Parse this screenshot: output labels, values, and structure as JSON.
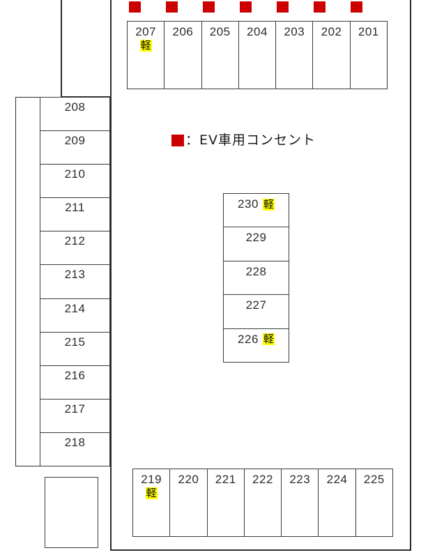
{
  "legend": {
    "marker_icon": "red-square-icon",
    "separator": "：",
    "label": "EV車用コンセント",
    "marker_color": "#cc0000"
  },
  "markers": {
    "kei_label": "軽",
    "kei_highlight_color": "#ffff00"
  },
  "blocks": {
    "top_row": {
      "name": "top-stall-row",
      "stalls": [
        {
          "number": "207",
          "kei": "軽"
        },
        {
          "number": "206",
          "kei": ""
        },
        {
          "number": "205",
          "kei": ""
        },
        {
          "number": "204",
          "kei": ""
        },
        {
          "number": "203",
          "kei": ""
        },
        {
          "number": "202",
          "kei": ""
        },
        {
          "number": "201",
          "kei": ""
        }
      ]
    },
    "left_column": {
      "name": "left-stall-column",
      "stalls": [
        {
          "number": "208",
          "kei": ""
        },
        {
          "number": "209",
          "kei": ""
        },
        {
          "number": "210",
          "kei": ""
        },
        {
          "number": "211",
          "kei": ""
        },
        {
          "number": "212",
          "kei": ""
        },
        {
          "number": "213",
          "kei": ""
        },
        {
          "number": "214",
          "kei": ""
        },
        {
          "number": "215",
          "kei": ""
        },
        {
          "number": "216",
          "kei": ""
        },
        {
          "number": "217",
          "kei": ""
        },
        {
          "number": "218",
          "kei": ""
        }
      ]
    },
    "center_column": {
      "name": "center-stall-column",
      "stalls": [
        {
          "number": "230",
          "kei": "軽"
        },
        {
          "number": "229",
          "kei": ""
        },
        {
          "number": "228",
          "kei": ""
        },
        {
          "number": "227",
          "kei": ""
        },
        {
          "number": "226",
          "kei": "軽"
        }
      ]
    },
    "bottom_row": {
      "name": "bottom-stall-row",
      "stalls": [
        {
          "number": "219",
          "kei": "軽"
        },
        {
          "number": "220",
          "kei": ""
        },
        {
          "number": "221",
          "kei": ""
        },
        {
          "number": "222",
          "kei": ""
        },
        {
          "number": "223",
          "kei": ""
        },
        {
          "number": "224",
          "kei": ""
        },
        {
          "number": "225",
          "kei": ""
        }
      ]
    }
  },
  "ev_outlets": {
    "count": 7,
    "x_positions": [
      185,
      238,
      291,
      344,
      397,
      450,
      503
    ],
    "y": 2
  }
}
